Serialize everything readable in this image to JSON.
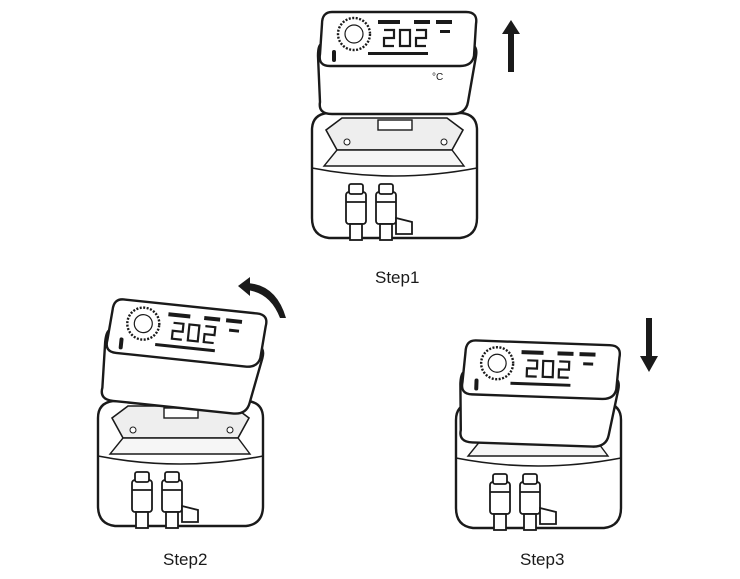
{
  "steps": [
    {
      "label": "Step1"
    },
    {
      "label": "Step2"
    },
    {
      "label": "Step3"
    }
  ],
  "display": {
    "unit": "°C"
  },
  "arrows": {
    "step1": "arrow-up-icon",
    "step2": "arrow-rotate-clockwise-icon",
    "step3": "arrow-down-icon"
  },
  "colors": {
    "stroke": "#1a1a1a",
    "fill": "#ffffff",
    "shade": "#d9d9d9"
  }
}
